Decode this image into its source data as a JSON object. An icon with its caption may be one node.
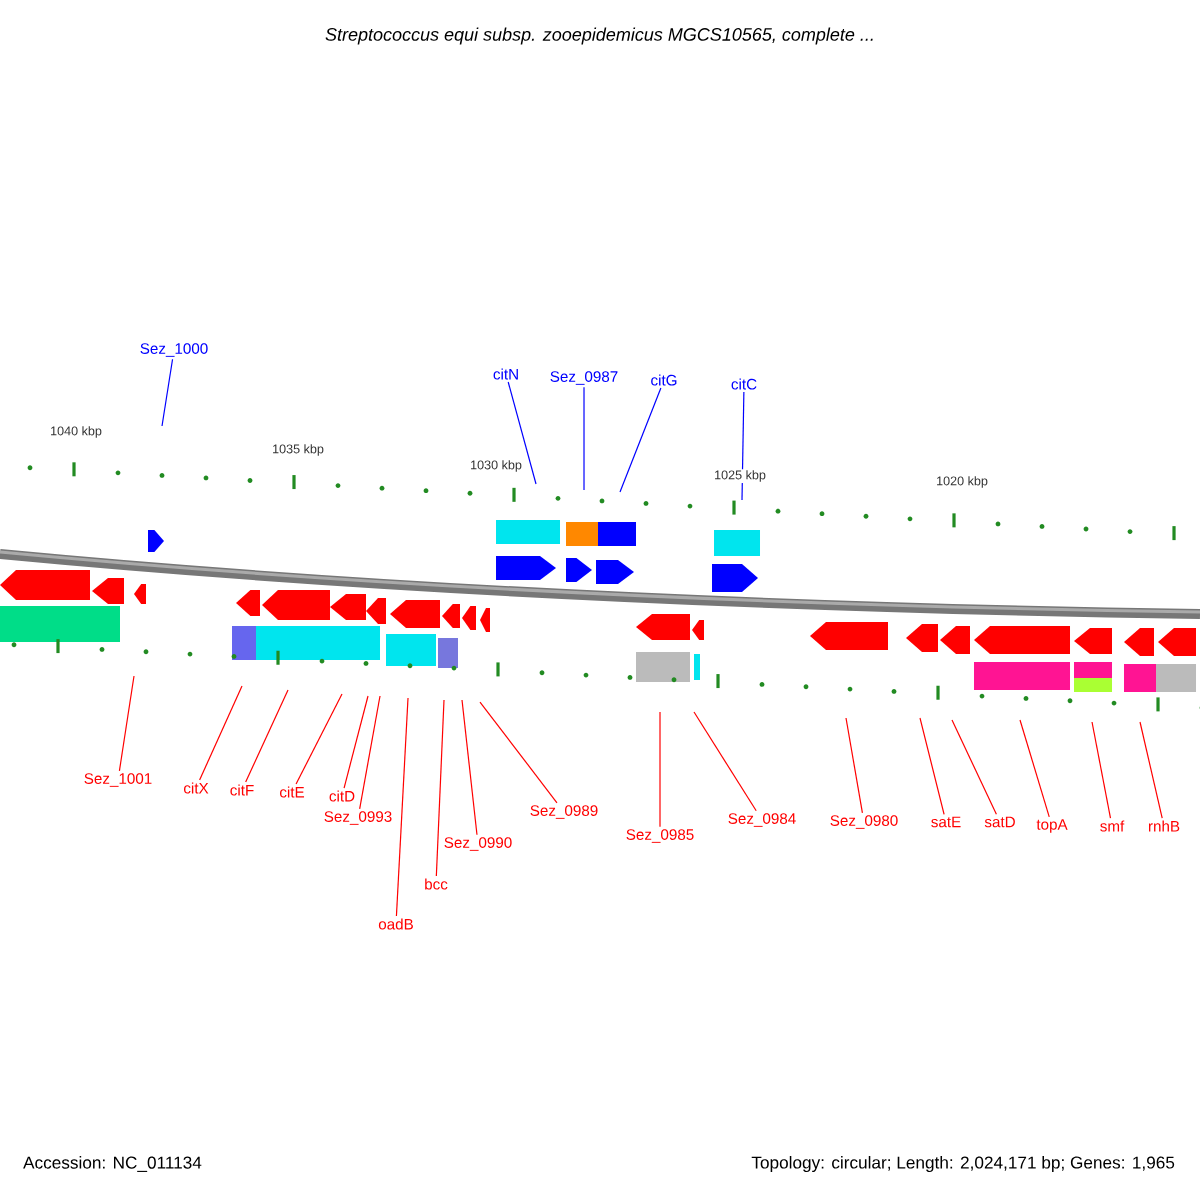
{
  "diagram": {
    "title": "Streptococcus equi subsp. zooepidemicus MGCS10565, complete ...",
    "nodes": [
      {
        "text": [
          "Sez_1000"
        ]
      },
      {
        "text": [
          "citN"
        ]
      },
      {
        "text": [
          "Sez_0987"
        ]
      },
      {
        "text": [
          "citG"
        ]
      },
      {
        "text": [
          "citC"
        ]
      },
      {
        "text": [
          "Sez_1001"
        ]
      },
      {
        "text": [
          "citX"
        ]
      },
      {
        "text": [
          "citF"
        ]
      },
      {
        "text": [
          "citE"
        ]
      },
      {
        "text": [
          "citD"
        ]
      },
      {
        "text": [
          "Sez_0993"
        ]
      },
      {
        "text": [
          "oadB"
        ]
      },
      {
        "text": [
          "Sez_0990"
        ]
      },
      {
        "text": [
          "bcc"
        ]
      },
      {
        "text": [
          "Sez_0989"
        ]
      },
      {
        "text": [
          "Sez_0985"
        ]
      },
      {
        "text": [
          "Sez_0984"
        ]
      },
      {
        "text": [
          "Sez_0980"
        ]
      },
      {
        "text": [
          "satE"
        ]
      },
      {
        "text": [
          "satD"
        ]
      },
      {
        "text": [
          "topA"
        ]
      },
      {
        "text": [
          "smf"
        ]
      },
      {
        "text": [
          "rnhB"
        ]
      }
    ],
    "edges": [
      {
        "from": 0,
        "to": null,
        "arrow": "none",
        "color": "#0000ff"
      },
      {
        "from": 1,
        "to": null,
        "arrow": "none",
        "color": "#0000ff"
      },
      {
        "from": 2,
        "to": null,
        "arrow": "none",
        "color": "#0000ff"
      },
      {
        "from": 3,
        "to": null,
        "arrow": "none",
        "color": "#0000ff"
      },
      {
        "from": 4,
        "to": null,
        "arrow": "none",
        "color": "#0000ff"
      },
      {
        "from": 5,
        "to": null,
        "arrow": "none"
      },
      {
        "from": 6,
        "to": null,
        "arrow": "none"
      },
      {
        "from": 7,
        "to": null,
        "arrow": "none"
      },
      {
        "from": 8,
        "to": null,
        "arrow": "none"
      },
      {
        "from": 9,
        "to": null,
        "arrow": "none"
      },
      {
        "from": 10,
        "to": null,
        "arrow": "none"
      },
      {
        "from": 11,
        "to": null,
        "arrow": "none"
      },
      {
        "from": 12,
        "to": null,
        "arrow": "none"
      },
      {
        "from": 13,
        "to": null,
        "arrow": "none"
      },
      {
        "from": 14,
        "to": null,
        "arrow": "none"
      },
      {
        "from": 15,
        "to": null,
        "arrow": "none"
      },
      {
        "from": 16,
        "to": null,
        "arrow": "none"
      },
      {
        "from": 17,
        "to": null,
        "arrow": "none"
      },
      {
        "from": 18,
        "to": null,
        "arrow": "none"
      },
      {
        "from": 19,
        "to": null,
        "arrow": "none"
      },
      {
        "from": 20,
        "to": null,
        "arrow": "none"
      },
      {
        "from": 21,
        "to": null,
        "arrow": "none"
      },
      {
        "from": 22,
        "to": null,
        "arrow": "none"
      }
    ],
    "labels": [
      "1040 kbp",
      "1035 kbp",
      "1030 kbp",
      "1025 kbp",
      "1020 kbp",
      "Accession: NC_011134",
      "Topology: circular; Length: 2,024,171 bp; Genes: 1,965"
    ]
  }
}
